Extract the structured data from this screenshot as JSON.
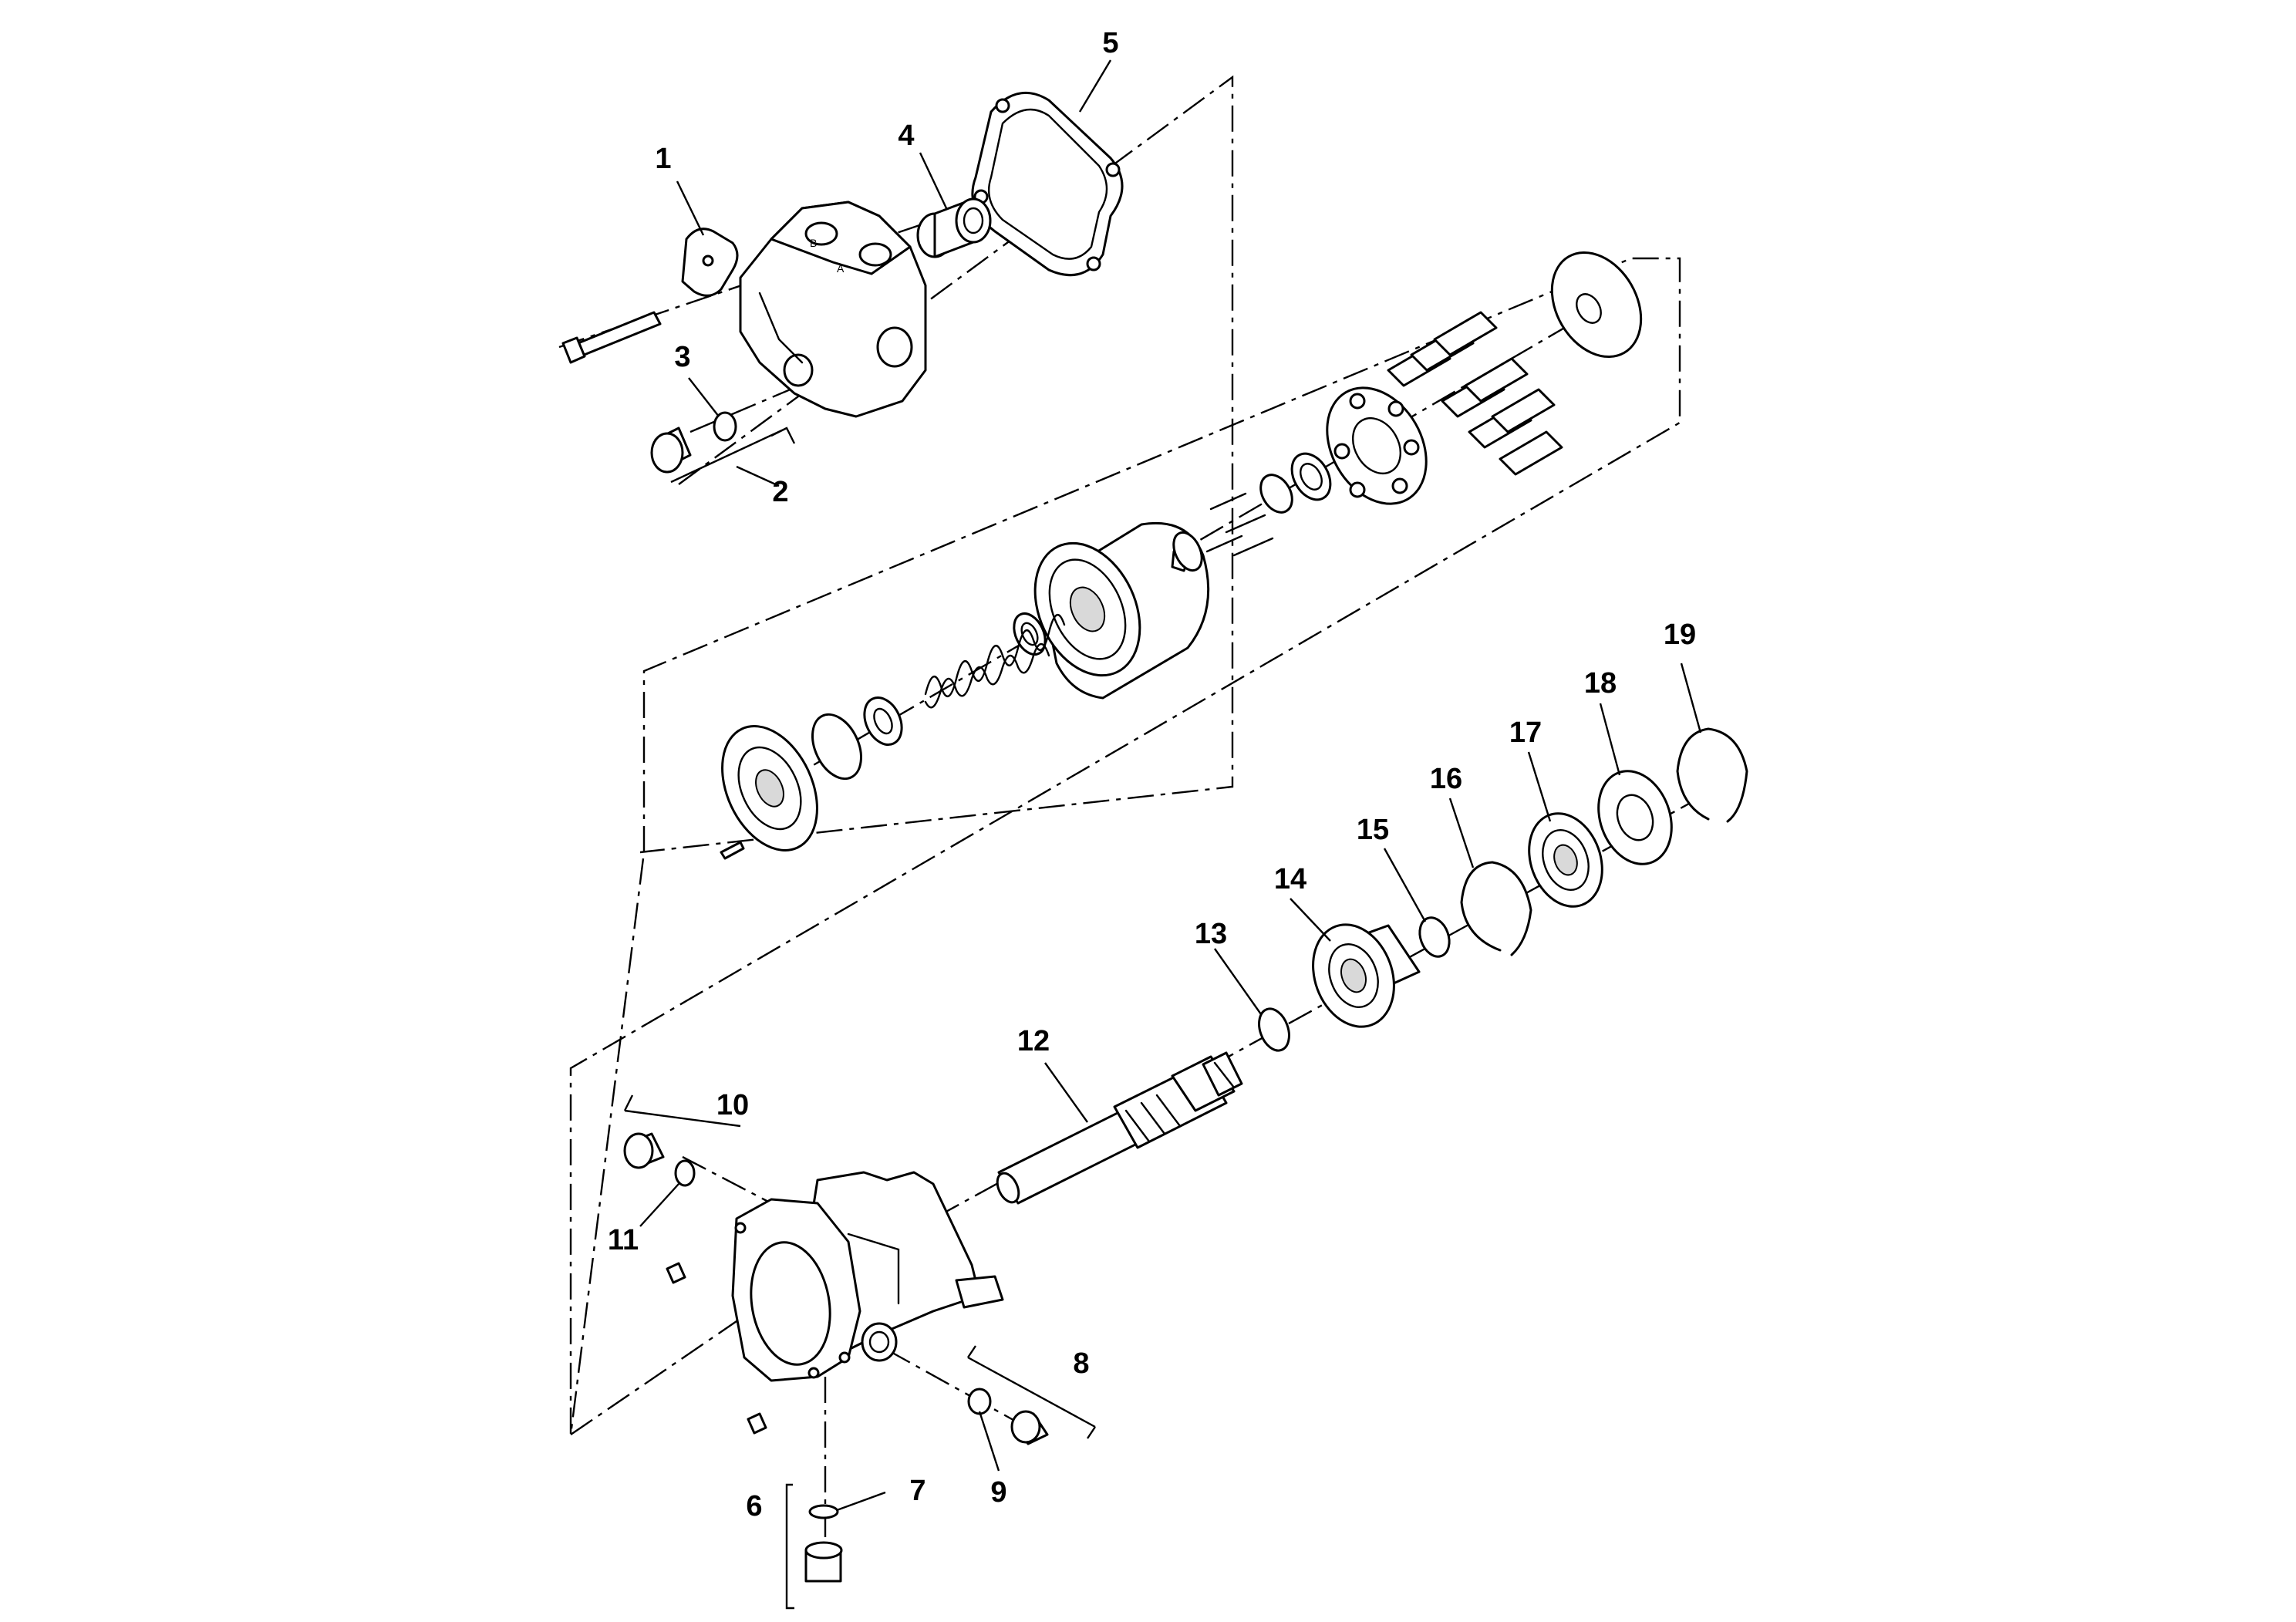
{
  "callouts": {
    "c1": "1",
    "c2": "2",
    "c3": "3",
    "c4": "4",
    "c5": "5",
    "c6": "6",
    "c7": "7",
    "c8": "8",
    "c9": "9",
    "c10": "10",
    "c11": "11",
    "c12": "12",
    "c13": "13",
    "c14": "14",
    "c15": "15",
    "c16": "16",
    "c17": "17",
    "c18": "18",
    "c19": "19"
  },
  "colors": {
    "line": "#000000",
    "background": "#ffffff",
    "shade": "#d9d9d9"
  }
}
